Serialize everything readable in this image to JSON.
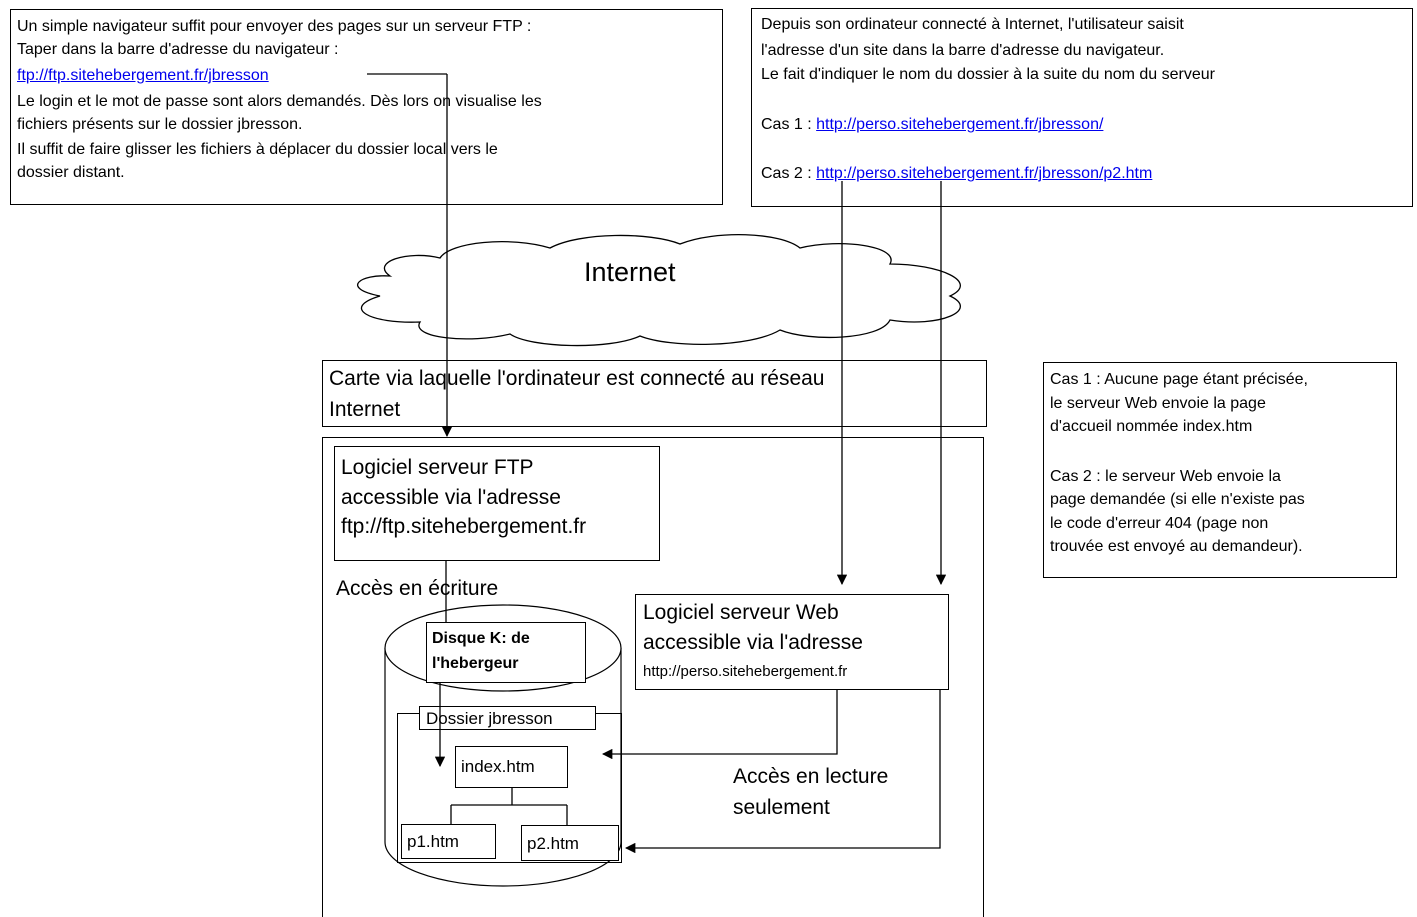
{
  "ftp_note": {
    "line1": "Un simple navigateur suffit pour envoyer des pages sur un serveur FTP :",
    "line2": "Taper dans la barre d'adresse du navigateur :",
    "ftp_link": "ftp://ftp.sitehebergement.fr/jbresson",
    "line3": "Le login et le mot de passe sont alors demandés. Dès lors on visualise les",
    "line4": "fichiers présents sur le dossier jbresson.",
    "line5": "Il suffit de faire glisser les fichiers à déplacer du dossier local vers le",
    "line6": "dossier distant."
  },
  "web_note": {
    "line1": "Depuis son ordinateur connecté à Internet, l'utilisateur saisit",
    "line2": "l'adresse d'un site dans la barre d'adresse du navigateur.",
    "line3": "Le fait d'indiquer le nom du dossier à la suite du nom du serveur",
    "case1_label": "Cas 1 : ",
    "case1_link": "http://perso.sitehebergement.fr/jbresson/",
    "case2_label": "Cas 2 : ",
    "case2_link": "http://perso.sitehebergement.fr/jbresson/p2.htm"
  },
  "cloud_label": "Internet",
  "network_card": {
    "line1": "Carte via laquelle l'ordinateur est connecté au réseau",
    "line2": "Internet"
  },
  "cases_note": {
    "line1": "Cas 1 : Aucune page étant précisée,",
    "line2": "le serveur Web envoie la page",
    "line3": "d'accueil nommée index.htm",
    "line4": "Cas 2 : le serveur Web envoie la",
    "line5": "page demandée (si elle n'existe pas",
    "line6": "le code d'erreur 404 (page non",
    "line7": "trouvée est envoyé au demandeur)."
  },
  "ftp_server": {
    "line1": "Logiciel serveur FTP",
    "line2": "accessible via l'adresse",
    "line3": "ftp://ftp.sitehebergement.fr"
  },
  "write_access_label": "Accès en écriture",
  "disk": {
    "line1": "Disque K: de",
    "line2": "l'hebergeur"
  },
  "folder_label": "Dossier jbresson",
  "files": {
    "index": "index.htm",
    "p1": "p1.htm",
    "p2": "p2.htm"
  },
  "web_server": {
    "line1": "Logiciel serveur Web",
    "line2": "accessible via l'adresse",
    "line3": "http://perso.sitehebergement.fr"
  },
  "read_access": {
    "line1": "Accès en lecture",
    "line2": "seulement"
  }
}
